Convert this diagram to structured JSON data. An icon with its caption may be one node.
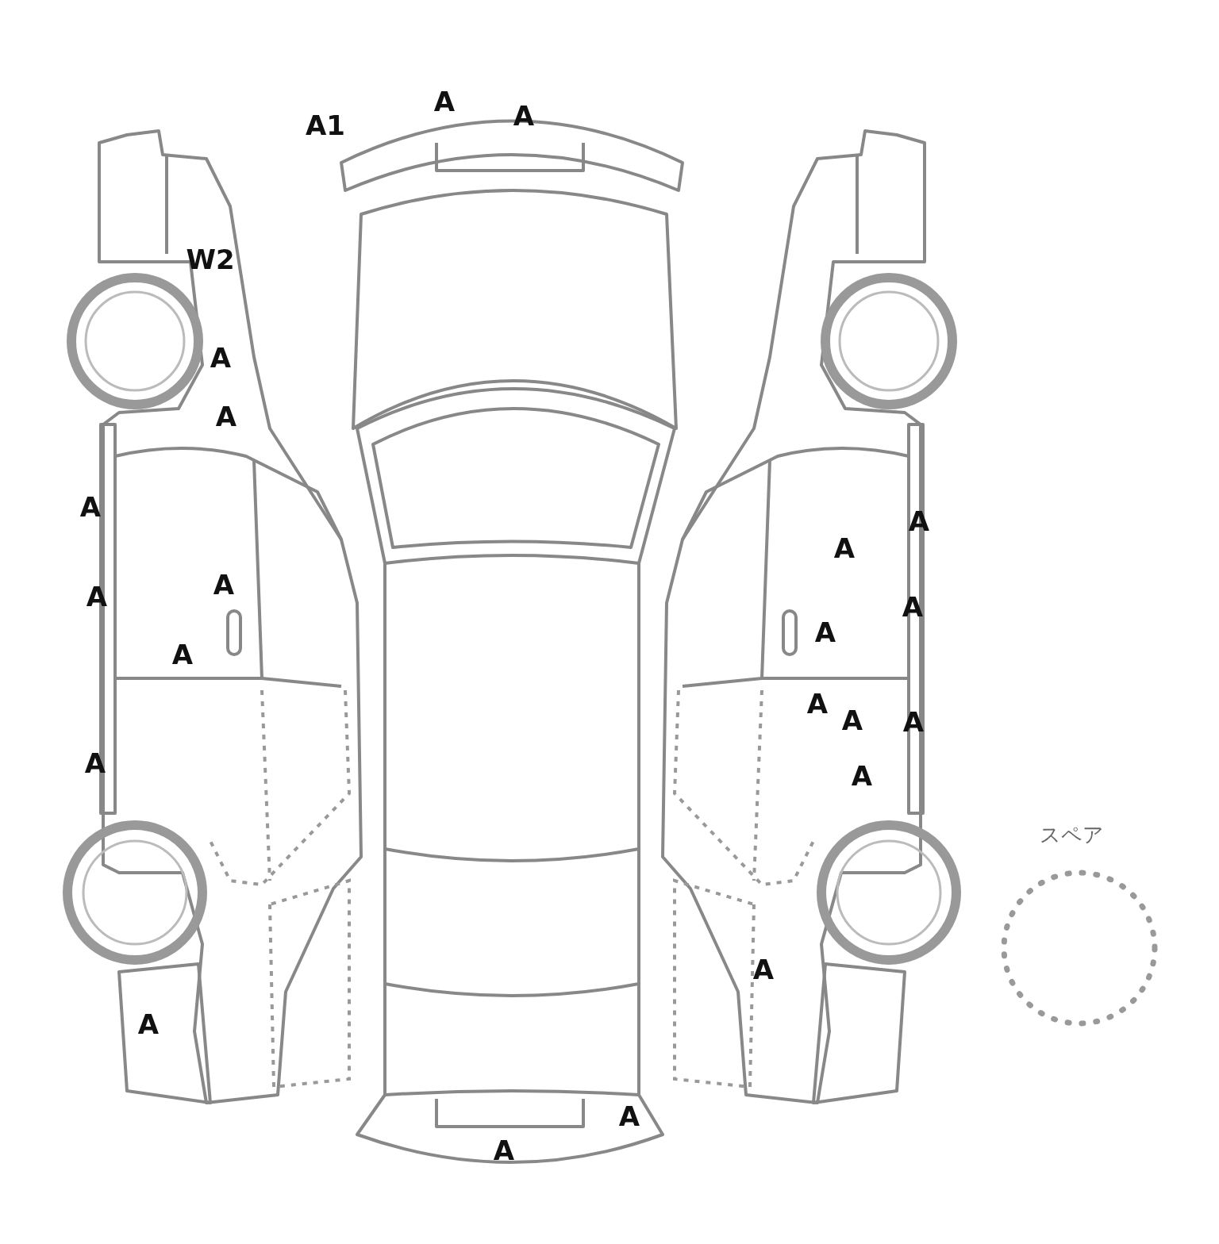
{
  "diagram": {
    "labels": [
      "A",
      "A",
      "A1",
      "W2",
      "A",
      "A",
      "A",
      "A",
      "A",
      "A",
      "A",
      "A",
      "A",
      "A",
      "A",
      "A",
      "A",
      "A",
      "A",
      "スペア",
      "A",
      "A",
      "A",
      "A"
    ]
  }
}
